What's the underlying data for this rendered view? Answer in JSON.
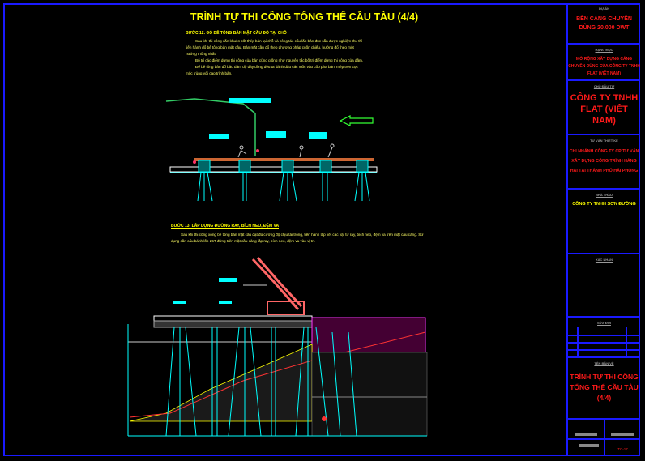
{
  "title": "TRÌNH TỰ THI CÔNG TỔNG THỂ CẦU TÀU (4/4)",
  "step12": {
    "heading": "BƯỚC 12: ĐỔ BÊ TÔNG BẢN MẶT CẦU ĐỔ TẠI CHỖ",
    "paragraphs": [
      "Sau khi thi công xắn khuôn cốt thép bản tại chỗ và công tác cẩu lắp bản đúc sẵn được nghiệm thu thì tiến hành đổ bê tông bản mặt cầu. Bản mặt cầu đổ theo phương pháp cuốn chiếu, hướng đổ theo một hướng thống nhất.",
      "Bố trí các điểm dừng thi công của bản cũng giống như nguyên tắc bố trí điểm dừng thi công của dầm.",
      "Để bê tông bản đổ bảo đảm độ dày đồng đều ta đánh dấu các mốc vào cốp pha bản, mép trên cọc mốc trùng với cao trình bản."
    ]
  },
  "step13": {
    "heading": "BƯỚC 13: LẮP DỰNG ĐƯỜNG RAY, BÍCH NEO, ĐỆM VA",
    "paragraphs": [
      "Sau khi thi công xong bê tông bản mặt cầu đạt đủ cường độ chịu tải trọng, tiến hành lắp kết các vật tư ray, bích neo, đệm va trên mặt cầu cảng. Sử dụng cần cẩu bánh lốp 25T đứng trên mặt cầu cảng lắp ray, bích neo, đệm va vào vị trí."
    ]
  },
  "title_block": {
    "project_label": "DỰ ÁN",
    "project": "BẾN CẢNG CHUYÊN DÙNG 20.000 DWT",
    "item_label": "HẠNG MỤC",
    "item": "MỞ RỘNG XÂY DỰNG CẢNG CHUYÊN DÙNG CỦA CÔNG TY TNHH FLAT (VIỆT NAM)",
    "owner_label": "CHỦ ĐẦU TƯ",
    "owner": "CÔNG TY TNHH FLAT (VIỆT NAM)",
    "consultant_label": "TƯ VẤN THIẾT KẾ",
    "consultant": "CHI NHÁNH CÔNG TY CP TƯ VẤN XÂY DỰNG CÔNG TRÌNH HÀNG HẢI TẠI THÀNH PHỐ HẢI PHÒNG",
    "contractor_label": "NHÀ THẦU",
    "contractor": "CÔNG TY TNHH SƠN ĐƯỜNG",
    "approval_label": "XÁC NHẬN",
    "revision_label": "SỬA ĐỔI",
    "drawing_label": "TÊN BẢN VẼ",
    "drawing_title": "TRÌNH TỰ THI CÔNG TỔNG THỂ CẦU TÀU (4/4)",
    "drawing_no": "TC-17"
  },
  "colors": {
    "border": "#1a1aff",
    "text": "#ffff00",
    "red": "#ff1a1a",
    "cyan": "#00ffff",
    "pink": "#ff6680"
  }
}
